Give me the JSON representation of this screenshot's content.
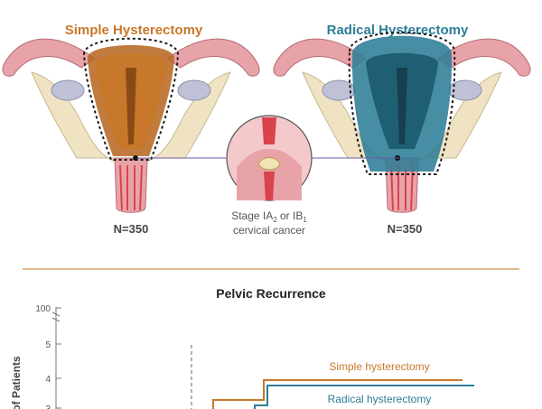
{
  "top": {
    "left": {
      "title": "Simple Hysterectomy",
      "n_label": "N=350"
    },
    "right": {
      "title": "Radical Hysterectomy",
      "n_label": "N=350"
    },
    "center": {
      "line1_prefix": "Stage IA",
      "line1_sub1": "2",
      "line1_mid": " or IB",
      "line1_sub2": "1",
      "line2": "cervical cancer"
    }
  },
  "colors": {
    "simple": "#c8782a",
    "radical": "#2e7d96",
    "divider": "#d8a06a",
    "pink": "#e8a3a8",
    "cervix_red": "#d9434c"
  },
  "chart": {
    "title": "Pelvic Recurrence",
    "y_axis_label": "of Patients",
    "y_ticks": [
      "100",
      "5",
      "4",
      "3"
    ],
    "series": [
      {
        "name": "Simple hysterectomy"
      },
      {
        "name": "Radical hysterectomy"
      }
    ]
  },
  "chart_data": {
    "type": "line",
    "title": "Pelvic Recurrence",
    "ylabel": "of Patients",
    "y_ticks": [
      3,
      4,
      5,
      100
    ],
    "series": [
      {
        "name": "Simple hysterectomy"
      },
      {
        "name": "Radical hysterectomy"
      }
    ]
  }
}
